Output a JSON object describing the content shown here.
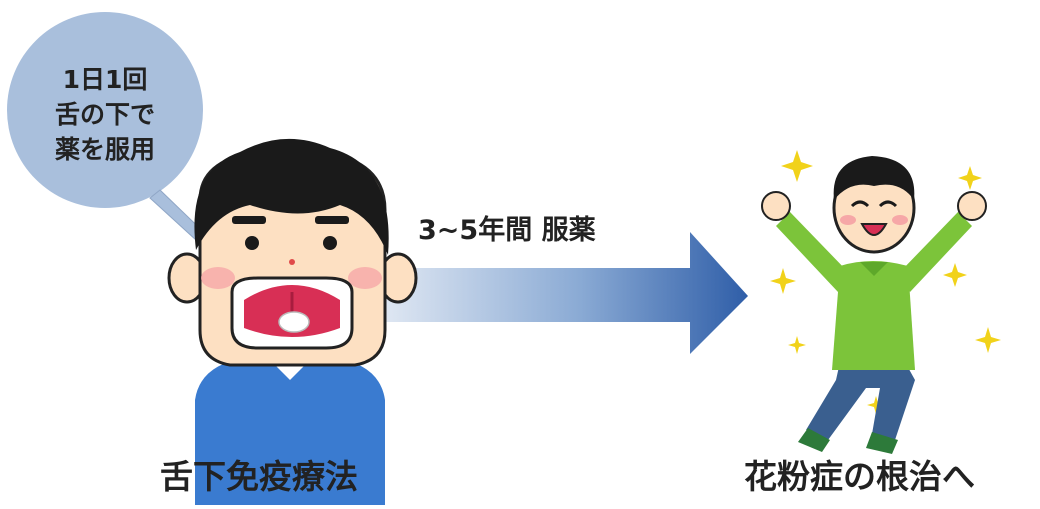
{
  "bubble": {
    "lines": [
      "1日1回",
      "舌の下で",
      "薬を服用"
    ]
  },
  "arrow": {
    "label": "3~5年間 服薬"
  },
  "captions": {
    "left": "舌下免疫療法",
    "right": "花粉症の根治へ"
  },
  "colors": {
    "bubble": "#a9bfdc",
    "arrow_light": "#e3eaf4",
    "arrow_dark": "#2f5ea8",
    "shirt_blue": "#3a7bd0",
    "shirt_green": "#7cc43a",
    "pants": "#3a5f8f",
    "hair": "#1a1a1a",
    "skin": "#fde0c2",
    "sparkle": "#f1d21a"
  },
  "icons": [
    "speech-bubble",
    "boy-taking-medicine",
    "arrow-right",
    "boy-cheering",
    "sparkle-icon"
  ]
}
